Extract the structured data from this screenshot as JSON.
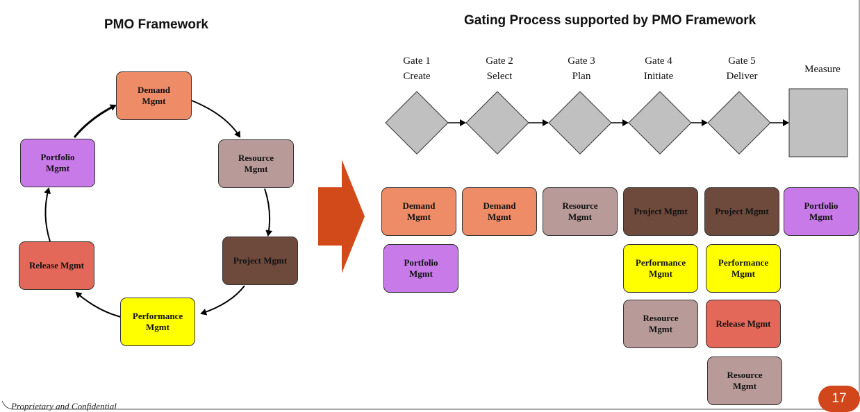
{
  "left_title": "PMO Framework",
  "right_title": "Gating Process supported by PMO Framework",
  "cycle": {
    "demand": "Demand\nMgmt",
    "resource": "Resource\nMgmt",
    "project": "Project Mgmt",
    "performance": "Performance\nMgmt",
    "release": "Release Mgmt",
    "portfolio": "Portfolio\nMgmt"
  },
  "gates": [
    {
      "line1": "Gate 1",
      "line2": "Create"
    },
    {
      "line1": "Gate 2",
      "line2": "Select"
    },
    {
      "line1": "Gate 3",
      "line2": "Plan"
    },
    {
      "line1": "Gate 4",
      "line2": "Initiate"
    },
    {
      "line1": "Gate 5",
      "line2": "Deliver"
    }
  ],
  "measure_label": "Measure",
  "columns": {
    "gate1": [
      "Demand\nMgmt",
      "Portfolio\nMgmt"
    ],
    "gate2": [
      "Demand\nMgmt"
    ],
    "gate3": [
      "Resource\nMgmt"
    ],
    "gate4": [
      "Project Mgmt",
      "Performance\nMgmt",
      "Resource\nMgmt"
    ],
    "gate5": [
      "Project Mgmt",
      "Performance\nMgmt",
      "Release Mgmt",
      "Resource\nMgmt"
    ],
    "measure": [
      "Portfolio\nMgmt"
    ]
  },
  "footer": "Proprietary and Confidential",
  "page_number": "17",
  "colors": {
    "demand": "#ee8c67",
    "resource": "#b89b98",
    "project": "#6e4a3c",
    "performance": "#ffff00",
    "release": "#e4685a",
    "portfolio": "#c87ae8",
    "gate": "#c0c0c0",
    "big_arrow": "#d24a1a",
    "page_badge": "#d2461c"
  }
}
